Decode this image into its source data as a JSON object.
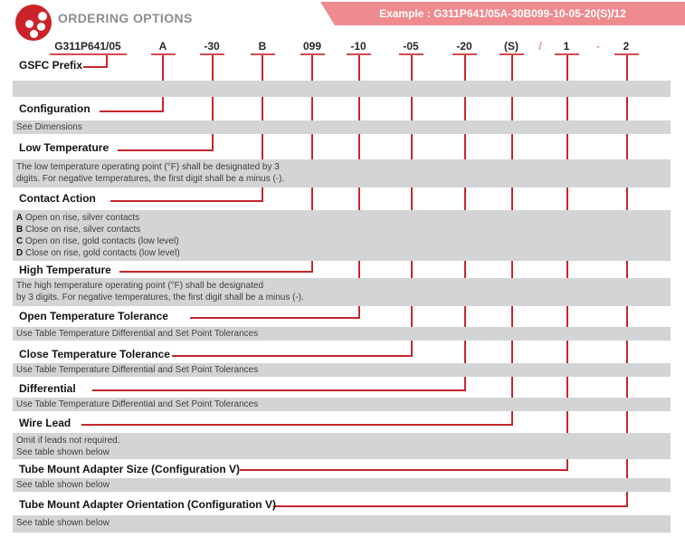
{
  "header": {
    "title": "ORDERING OPTIONS",
    "example_label": "Example : G311P641/05A-30B099-10-05-20(S)/12",
    "logo_icon": "red-circle-four-dots-logo",
    "colors": {
      "accent_red": "#c5262c",
      "banner_salmon": "#ef8a8e",
      "bar_gray": "#d3d4d6",
      "title_gray": "#8b8d90"
    }
  },
  "part_number": {
    "segments": [
      {
        "text": "G311P641/05"
      },
      {
        "text": "A"
      },
      {
        "text": "-30"
      },
      {
        "text": "B"
      },
      {
        "text": "099"
      },
      {
        "text": "-10"
      },
      {
        "text": "-05"
      },
      {
        "text": "-20"
      },
      {
        "text": "(S)"
      },
      {
        "text": "/",
        "separator": true
      },
      {
        "text": "1"
      },
      {
        "text": "-",
        "separator": true
      },
      {
        "text": "2"
      }
    ]
  },
  "sections": [
    {
      "title": "GSFC Prefix",
      "desc": []
    },
    {
      "title": "Configuration",
      "desc": [
        "See Dimensions"
      ]
    },
    {
      "title": "Low Temperature",
      "desc": [
        "The low temperature operating point (°F) shall be designated by 3",
        "digits. For negative temperatures, the first digit shall be a minus (-)."
      ]
    },
    {
      "title": "Contact Action",
      "desc_options": [
        {
          "code": "A",
          "text": "Open on rise, silver contacts"
        },
        {
          "code": "B",
          "text": "Close on rise, silver contacts"
        },
        {
          "code": "C",
          "text": "Open on rise, gold contacts (low level)"
        },
        {
          "code": "D",
          "text": "Close on rise, gold contacts (low level)"
        }
      ]
    },
    {
      "title": "High Temperature",
      "desc": [
        "The high temperature operating point (°F) shall be designated",
        "by 3 digits. For negative temperatures, the first digit shall be a minus (-)."
      ]
    },
    {
      "title": "Open Temperature Tolerance",
      "desc": [
        "Use Table Temperature Differential and Set Point Tolerances"
      ]
    },
    {
      "title": "Close Temperature Tolerance",
      "desc": [
        "Use Table Temperature Differential and Set Point Tolerances"
      ]
    },
    {
      "title": "Differential",
      "desc": [
        "Use Table Temperature Differential and Set Point Tolerances"
      ]
    },
    {
      "title": "Wire Lead",
      "desc": [
        "Omit if leads not required.",
        "See table shown below"
      ]
    },
    {
      "title": "Tube Mount Adapter Size (Configuration V)",
      "desc": [
        "See table shown below"
      ]
    },
    {
      "title": "Tube Mount Adapter Orientation (Configuration V)",
      "desc": [
        "See table shown below"
      ]
    }
  ]
}
